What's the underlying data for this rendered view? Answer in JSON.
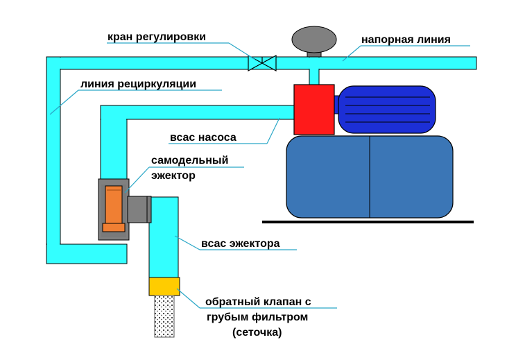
{
  "labels": {
    "valve": "кран регулировки",
    "pressure_line": "напорная линия",
    "recirc_line": "линия рециркуляции",
    "pump_suction": "всас насоса",
    "ejector_line1": "самодельный",
    "ejector_line2": "эжектор",
    "ejector_suction": "всас эжектора",
    "check_valve_line1": "обратный клапан с",
    "check_valve_line2": "грубым фильтром",
    "check_valve_line3": "(сеточка)"
  },
  "colors": {
    "pipe": "#33ffff",
    "motor": "#1c2fd6",
    "tank": "#3b76b6",
    "pump_head": "#ff1a1a",
    "ejector_nozzle": "#f07f33",
    "check_valve": "#ffcc00",
    "gauge": "#808080",
    "leader_lines": "#2aa7c7"
  },
  "icons": {
    "valve": "butterfly-valve-icon",
    "gauge": "pressure-gauge-icon",
    "filter": "mesh-filter-icon"
  }
}
